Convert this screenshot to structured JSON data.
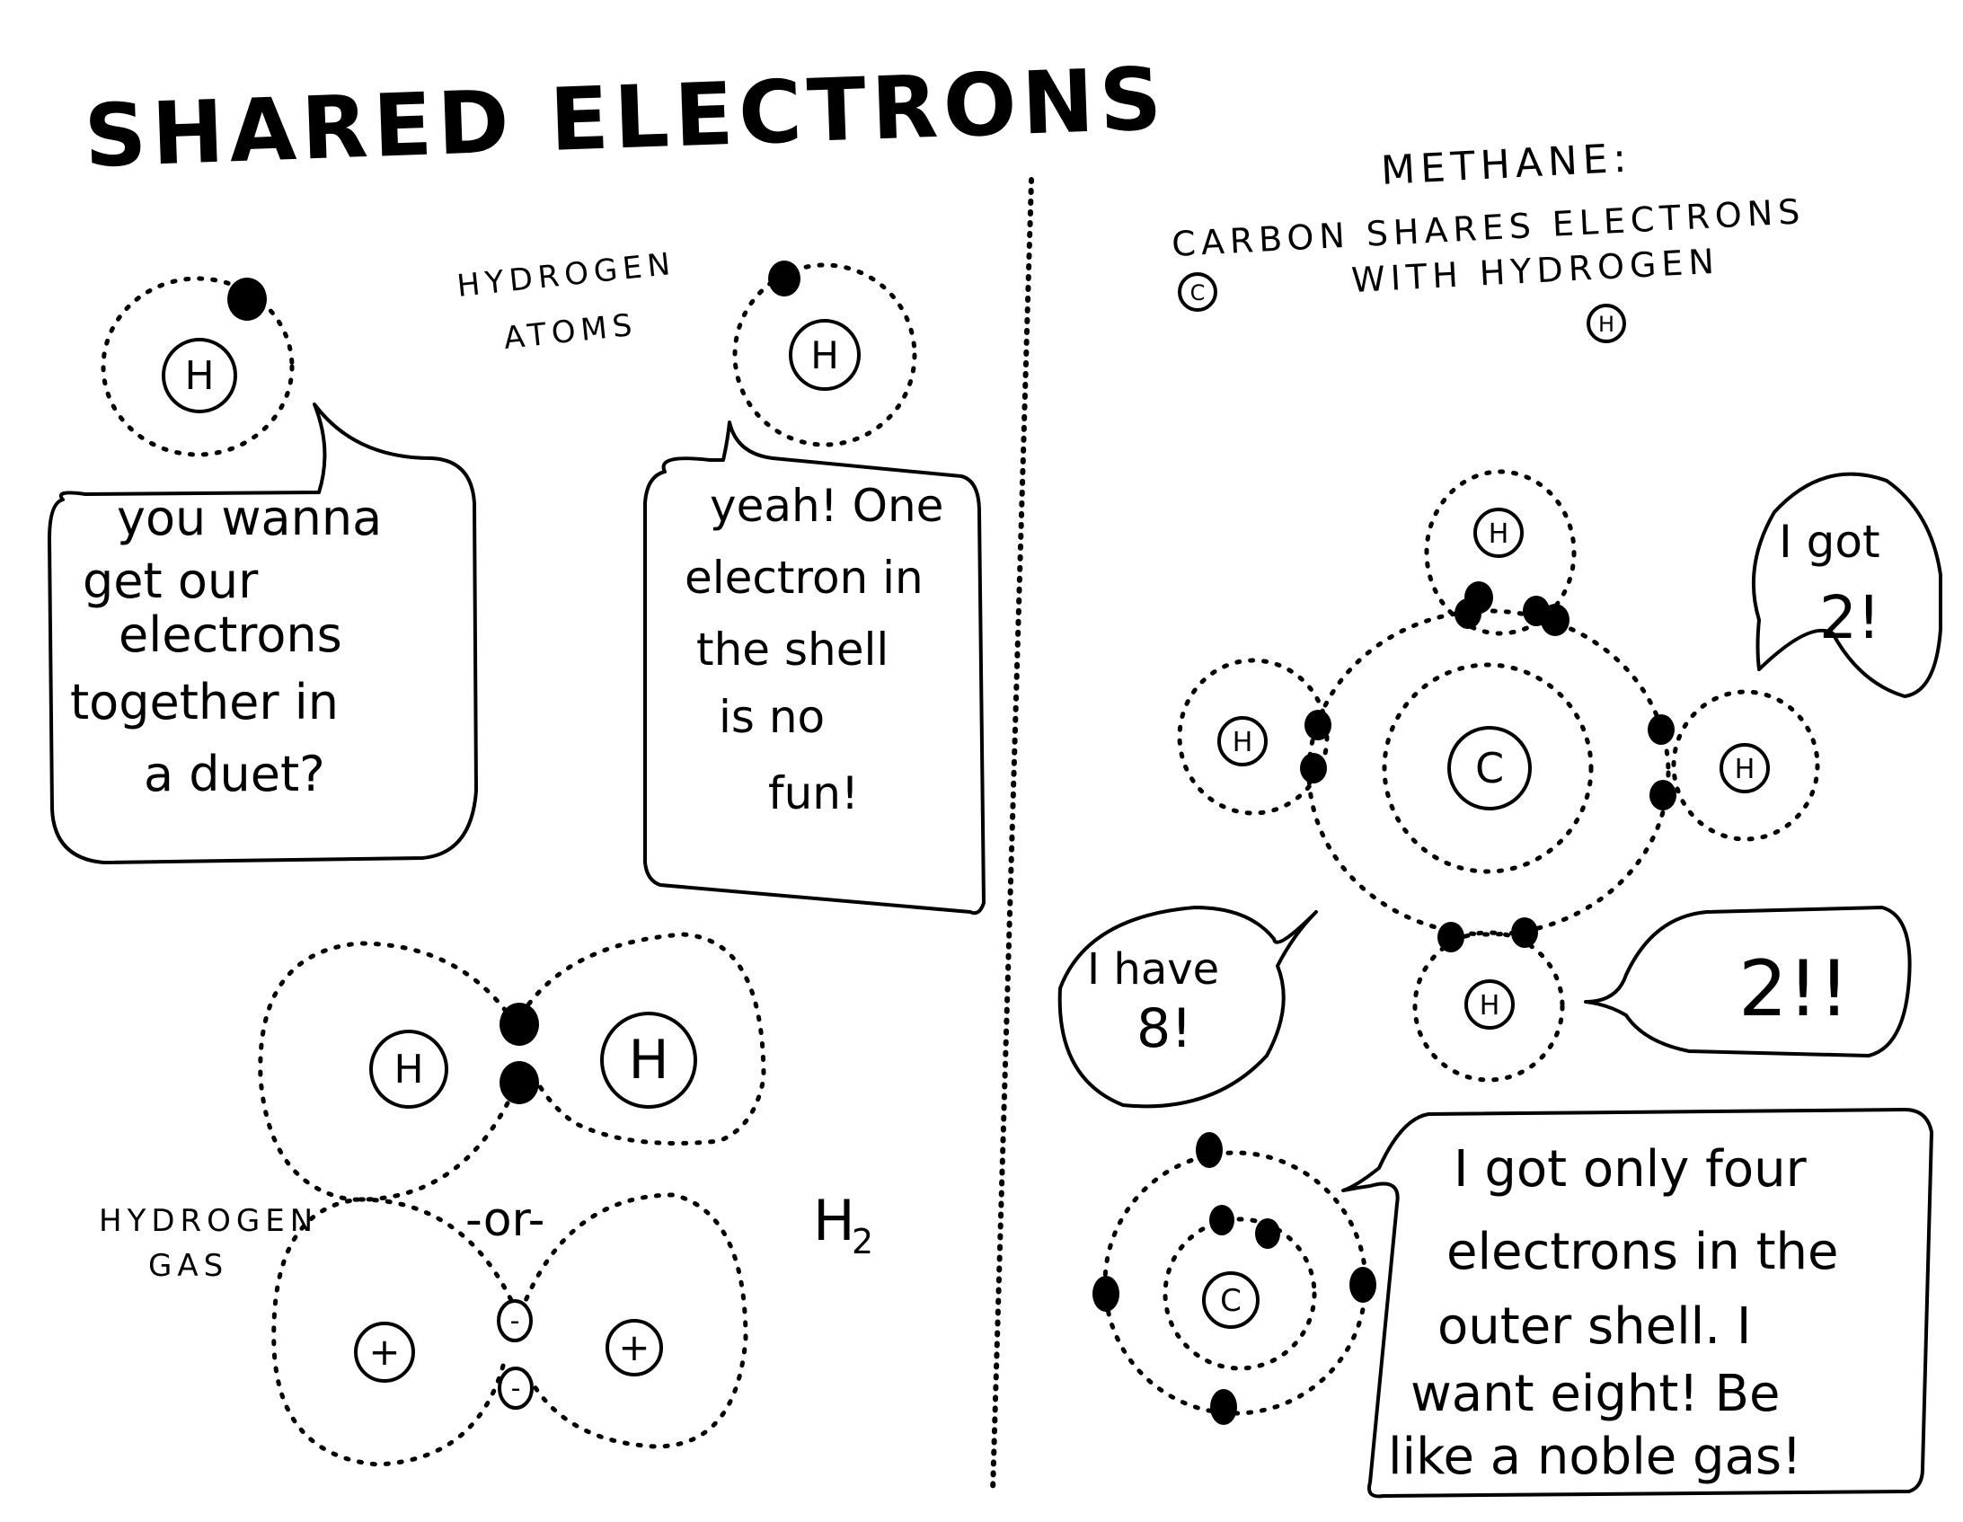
{
  "title": "SHARED ELECTRONS",
  "left_panel": {
    "hydrogen_atoms_label": [
      "HYDROGEN",
      "ATOMS"
    ],
    "atom_symbol": "H",
    "bubble_1": [
      "you wanna",
      "get our",
      "electrons",
      "together in",
      "a duet?"
    ],
    "bubble_2": [
      "yeah! One",
      "electron in",
      "the shell",
      "is no",
      "fun!"
    ],
    "hydrogen_gas_label": [
      "HYDROGEN",
      "GAS"
    ],
    "or_label": "-or-",
    "formula": "H",
    "formula_subscript": "2",
    "plus_symbol": "+",
    "minus_symbol": "-"
  },
  "right_panel": {
    "heading": "METHANE:",
    "subheading_line1": "CARBON SHARES ELECTRONS",
    "subheading_line2": "WITH HYDROGEN",
    "carbon_symbol": "C",
    "hydrogen_symbol": "H",
    "bubble_got2": [
      "I got",
      "2!"
    ],
    "bubble_have8": [
      "I have",
      "8!"
    ],
    "bubble_2bang": "2!!",
    "bubble_carbon": [
      "I got only four",
      "electrons in the",
      "outer shell. I",
      "want eight! Be",
      "like a noble gas!"
    ]
  },
  "colors": {
    "ink": "#000000",
    "paper": "#ffffff"
  }
}
